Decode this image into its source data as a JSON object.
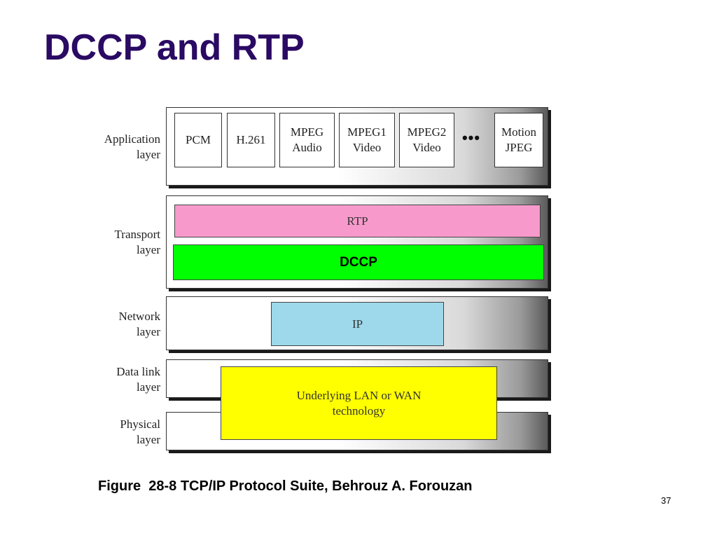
{
  "slide": {
    "title": "DCCP and RTP",
    "caption": "Figure  28-8 TCP/IP Protocol Suite, Behrouz A. Forouzan",
    "page_number": "37"
  },
  "diagram": {
    "layers": [
      {
        "name": "Application\nlayer"
      },
      {
        "name": "Transport\nlayer"
      },
      {
        "name": "Network\nlayer"
      },
      {
        "name": "Data link\nlayer"
      },
      {
        "name": "Physical\nlayer"
      }
    ],
    "application_protocols": [
      "PCM",
      "H.261",
      "MPEG\nAudio",
      "MPEG1\nVideo",
      "MPEG2\nVideo",
      "Motion\nJPEG"
    ],
    "ellipsis": "•••",
    "transport": {
      "rtp": {
        "label": "RTP",
        "color": "#f79acb"
      },
      "dccp": {
        "label": "DCCP",
        "color": "#00ff00"
      }
    },
    "network": {
      "ip": {
        "label": "IP",
        "color": "#9dd9ea"
      }
    },
    "lower": {
      "label": "Underlying LAN or WAN\ntechnology",
      "color": "#ffff00"
    }
  },
  "colors": {
    "title": "#2a0a63"
  }
}
